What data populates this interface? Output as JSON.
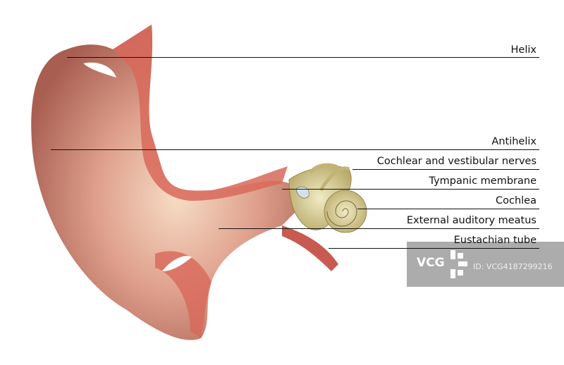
{
  "labels": [
    {
      "id": "helix",
      "text": "Helix"
    },
    {
      "id": "antihelix",
      "text": "Antihelix"
    },
    {
      "id": "nerves",
      "text": "Cochlear and vestibular nerves"
    },
    {
      "id": "tympanic",
      "text": "Tympanic membrane"
    },
    {
      "id": "cochlea",
      "text": "Cochlea"
    },
    {
      "id": "meatus",
      "text": "External auditory meatus"
    },
    {
      "id": "eustachian",
      "text": "Eustachian tube"
    }
  ],
  "watermark": {
    "logo": "VCG",
    "id": "ID: VCG4187299216"
  },
  "colors": {
    "skin": "#d99a88",
    "cut": "#d8685a",
    "bone": "#d9cf9a"
  }
}
